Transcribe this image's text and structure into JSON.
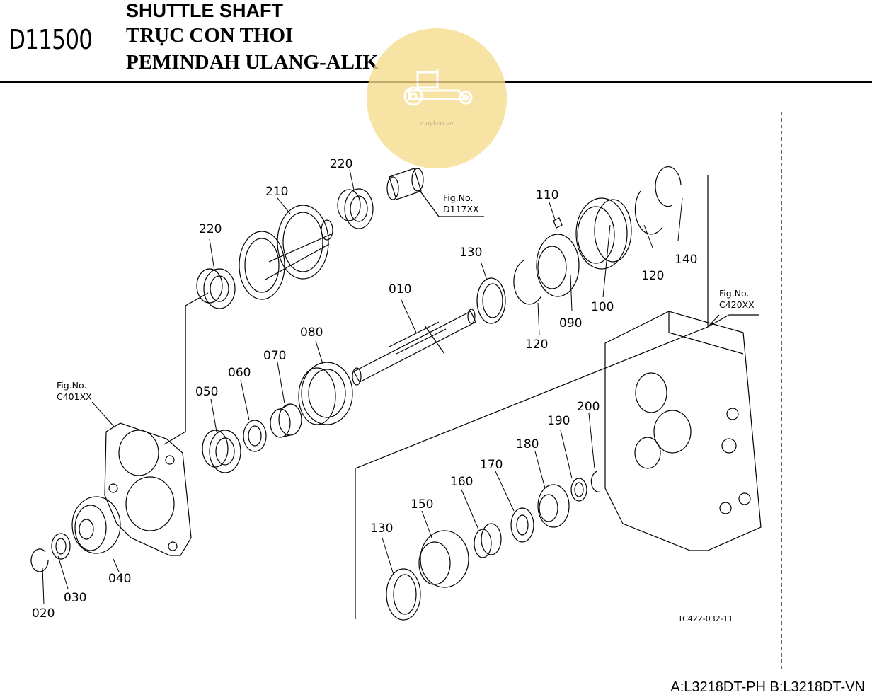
{
  "header": {
    "code": "D11500",
    "title_en": "SHUTTLE SHAFT",
    "title_vi": "TRỤC CON THOI",
    "title_id": "PEMINDAH ULANG-ALIK"
  },
  "watermark": {
    "text": "maykeo.vn",
    "color": "#f6dc8a"
  },
  "parts": {
    "p010": "010",
    "p020": "020",
    "p030": "030",
    "p040": "040",
    "p050": "050",
    "p060": "060",
    "p070": "070",
    "p080": "080",
    "p090": "090",
    "p100": "100",
    "p110": "110",
    "p120a": "120",
    "p120b": "120",
    "p130a": "130",
    "p130b": "130",
    "p140": "140",
    "p150": "150",
    "p160": "160",
    "p170": "170",
    "p180": "180",
    "p190": "190",
    "p200": "200",
    "p210": "210",
    "p220a": "220",
    "p220b": "220"
  },
  "figrefs": {
    "d117": {
      "label": "Fig.No.",
      "code": "D117XX"
    },
    "c420": {
      "label": "Fig.No.",
      "code": "C420XX"
    },
    "c401": {
      "label": "Fig.No.",
      "code": "C401XX"
    }
  },
  "drawing_ref": "TC422-032-11",
  "models": "A:L3218DT-PH B:L3218DT-VN"
}
